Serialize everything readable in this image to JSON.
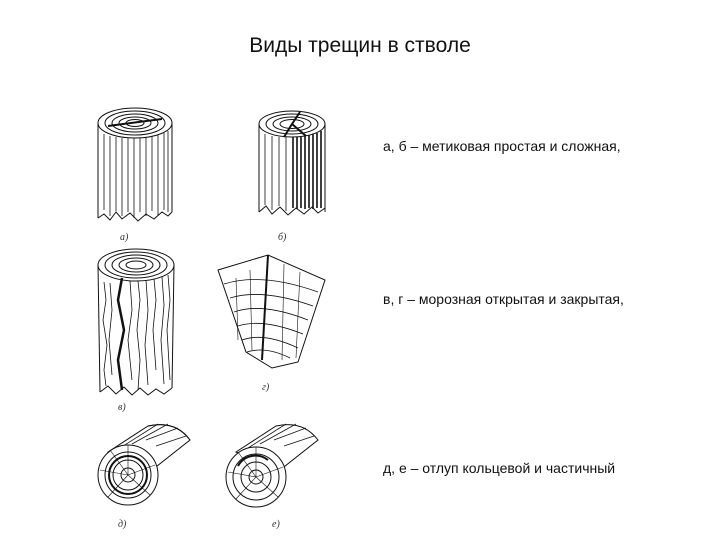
{
  "slide": {
    "title": "Виды трещин в стволе"
  },
  "descriptions": [
    "а, б – метиковая простая и сложная,",
    "в, г – морозная открытая и закрытая,",
    "д, е – отлуп кольцевой и частичный"
  ],
  "figure_labels": [
    "а)",
    "б)",
    "в)",
    "г)",
    "д)",
    "е)"
  ]
}
